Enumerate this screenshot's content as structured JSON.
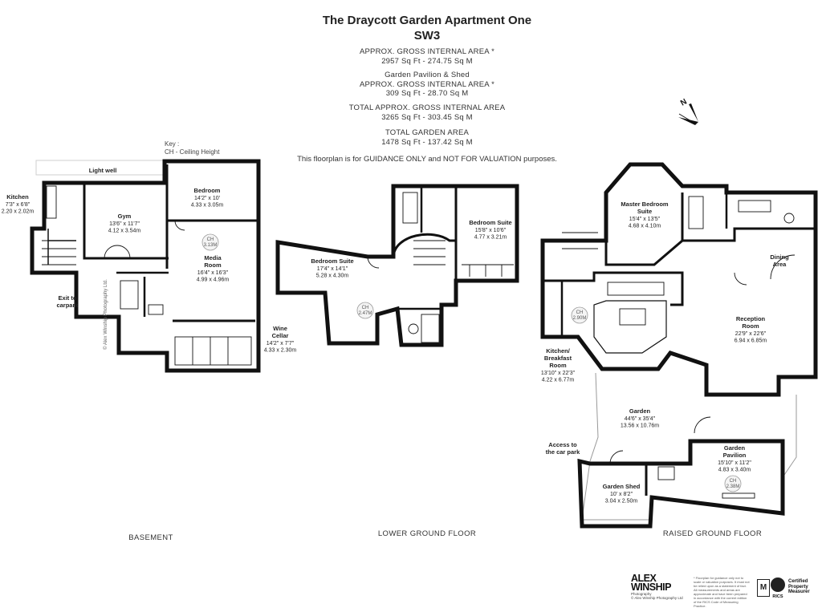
{
  "title": {
    "line1": "The Draycott Garden Apartment One",
    "line2": "SW3"
  },
  "areas": [
    {
      "lines": [
        "APPROX. GROSS INTERNAL  AREA *",
        "2957 Sq Ft  -  274.75 Sq M"
      ]
    },
    {
      "lines": [
        "Garden Pavilion & Shed",
        "APPROX. GROSS INTERNAL  AREA *",
        "309 Sq Ft  -  28.70 Sq M"
      ]
    },
    {
      "lines": [
        "TOTAL APPROX. GROSS INTERNAL  AREA",
        "3265 Sq Ft  -  303.45 Sq M"
      ]
    },
    {
      "lines": [
        "TOTAL GARDEN  AREA",
        "1478 Sq Ft  -  137.42 Sq M"
      ]
    }
  ],
  "disclaimer": "This floorplan is for GUIDANCE ONLY and NOT FOR VALUATION purposes.",
  "key": {
    "line1": "Key :",
    "line2": "CH - Ceiling Height"
  },
  "compass_label": "N",
  "watermark": "© Alex Winship Photography Ltd.",
  "floors": {
    "basement": "BASEMENT",
    "lower_ground": "LOWER GROUND FLOOR",
    "raised_ground": "RAISED GROUND FLOOR"
  },
  "rooms": {
    "light_well": {
      "name": [
        "Light well"
      ],
      "dims": []
    },
    "kitchen": {
      "name": [
        "Kitchen"
      ],
      "dims": [
        "7'3\" x 6'8\"",
        "2.20 x 2.02m"
      ]
    },
    "gym": {
      "name": [
        "Gym"
      ],
      "dims": [
        "13'6\" x 11'7\"",
        "4.12 x 3.54m"
      ]
    },
    "bedroom": {
      "name": [
        "Bedroom"
      ],
      "dims": [
        "14'2\" x 10'",
        "4.33 x 3.05m"
      ]
    },
    "media_room": {
      "name": [
        "Media",
        "Room"
      ],
      "dims": [
        "16'4\" x 16'3\"",
        "4.99 x 4.96m"
      ]
    },
    "exit": {
      "name": [
        "Exit to",
        "carpark"
      ],
      "dims": []
    },
    "wine_cellar": {
      "name": [
        "Wine",
        "Cellar"
      ],
      "dims": [
        "14'2\" x 7'7\"",
        "4.33 x 2.30m"
      ]
    },
    "bedroom_suite_1": {
      "name": [
        "Bedroom Suite"
      ],
      "dims": [
        "17'4\" x 14'1\"",
        "5.28 x 4.30m"
      ]
    },
    "bedroom_suite_2": {
      "name": [
        "Bedroom Suite"
      ],
      "dims": [
        "15'8\" x 10'6\"",
        "4.77 x 3.21m"
      ]
    },
    "master_bedroom": {
      "name": [
        "Master Bedroom",
        "Suite"
      ],
      "dims": [
        "15'4\" x 13'5\"",
        "4.68 x 4.10m"
      ]
    },
    "dining": {
      "name": [
        "Dining",
        "Area"
      ],
      "dims": []
    },
    "reception": {
      "name": [
        "Reception",
        "Room"
      ],
      "dims": [
        "22'9\" x 22'6\"",
        "6.94 x 6.85m"
      ]
    },
    "kitchen_breakfast": {
      "name": [
        "Kitchen/",
        "Breakfast",
        "Room"
      ],
      "dims": [
        "13'10\" x 22'3\"",
        "4.22 x 6.77m"
      ]
    },
    "garden": {
      "name": [
        "Garden"
      ],
      "dims": [
        "44'6\" x 35'4\"",
        "13.56 x 10.76m"
      ]
    },
    "access": {
      "name": [
        "Access to",
        "the car park"
      ],
      "dims": []
    },
    "garden_pavilion": {
      "name": [
        "Garden",
        "Pavilion"
      ],
      "dims": [
        "15'10\" x 11'2\"",
        "4.83 x 3.40m"
      ]
    },
    "garden_shed": {
      "name": [
        "Garden Shed"
      ],
      "dims": [
        "10' x 8'2\"",
        "3.04 x 2.50m"
      ]
    }
  },
  "ceiling_heights": {
    "media_room": "3.13M",
    "bedroom_suite_1": "2.47M",
    "kitchen_breakfast": "2.90M",
    "garden_pavilion": "2.38M"
  },
  "branding": {
    "logo_line1": "ALEX",
    "logo_line2": "WINSHIP",
    "logo_sub": "Photography",
    "logo_copy": "© Alex Winship Photography Ltd",
    "fine_print": "* Floorplan for guidance only not to scale or valuation purposes. It must not be relied upon as a statement of fact. All measurements and areas are approximate and have been prepared in accordance with the current edition of the RICS Code of Measuring Practice.",
    "mark": "M",
    "rics": "RICS",
    "cert_line1": "Certified",
    "cert_line2": "Property",
    "cert_line3": "Measurer"
  }
}
